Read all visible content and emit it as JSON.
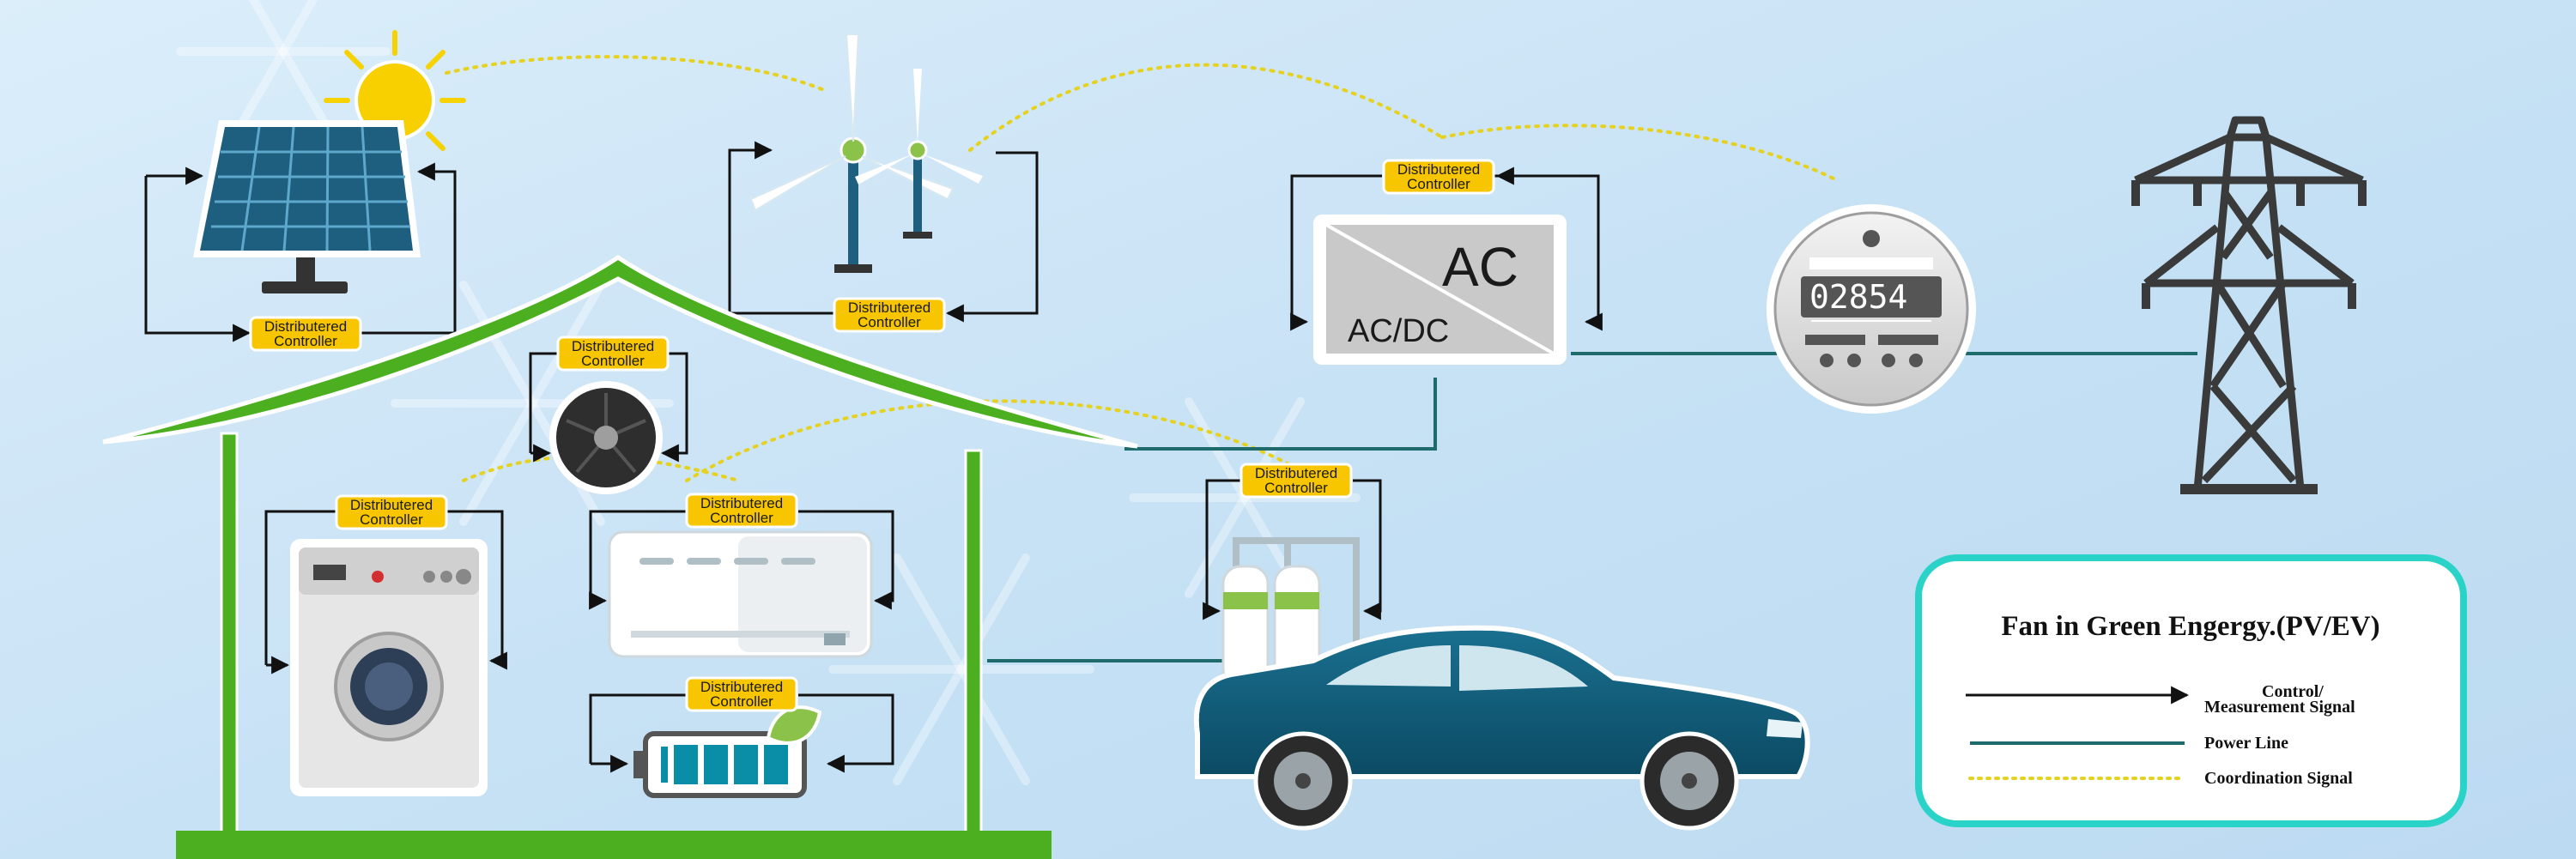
{
  "controller_label_line1": "Distributered",
  "controller_label_line2": "Controller",
  "inverter": {
    "ac_label": "AC",
    "acdc_label": "AC/DC"
  },
  "meter": {
    "reading": "02854"
  },
  "legend": {
    "title": "Fan in Green Engergy.(PV/EV)",
    "control_line1": "Control/",
    "control_line2": "Measurement Signal",
    "power": "Power Line",
    "coordination": "Coordination Signal"
  },
  "colors": {
    "controller_bg": "#f7c600",
    "power_line": "#1f6b6b",
    "coordination": "#e6d21e",
    "house_green": "#4caf1f",
    "legend_border": "#29d3c7",
    "car": "#0f5a75",
    "solar_panel": "#1e5f80"
  },
  "icons": [
    "sun-icon",
    "solar-panel-icon",
    "wind-turbine-icon",
    "inverter-icon",
    "electric-meter-icon",
    "transmission-tower-icon",
    "fan-icon",
    "washing-machine-icon",
    "air-conditioner-icon",
    "battery-icon",
    "gas-cylinder-icon",
    "car-icon"
  ]
}
